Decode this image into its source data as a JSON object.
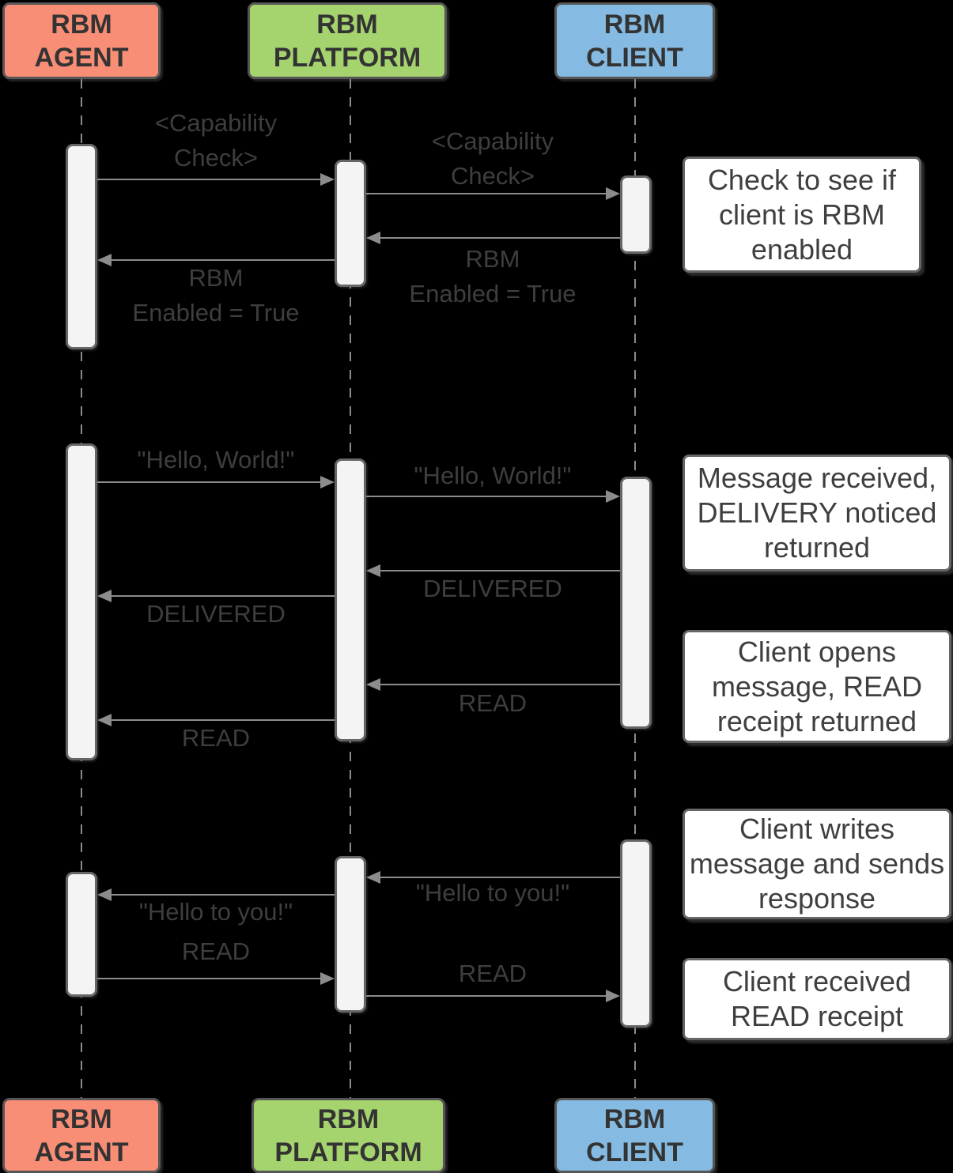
{
  "actors": {
    "agent": {
      "label": "RBM\nAGENT",
      "color": "#F98E76"
    },
    "platform": {
      "label": "RBM\nPLATFORM",
      "color": "#A5D36E"
    },
    "client": {
      "label": "RBM\nCLIENT",
      "color": "#85BBE2"
    }
  },
  "messages": [
    {
      "from": "agent",
      "to": "platform",
      "label": "<Capability\nCheck>"
    },
    {
      "from": "platform",
      "to": "client",
      "label": "<Capability\nCheck>"
    },
    {
      "from": "client",
      "to": "platform",
      "label": "RBM\nEnabled = True"
    },
    {
      "from": "platform",
      "to": "agent",
      "label": "RBM\nEnabled = True"
    },
    {
      "from": "agent",
      "to": "platform",
      "label": "\"Hello, World!\""
    },
    {
      "from": "platform",
      "to": "client",
      "label": "\"Hello, World!\""
    },
    {
      "from": "client",
      "to": "platform",
      "label": "DELIVERED"
    },
    {
      "from": "platform",
      "to": "agent",
      "label": "DELIVERED"
    },
    {
      "from": "client",
      "to": "platform",
      "label": "READ"
    },
    {
      "from": "platform",
      "to": "agent",
      "label": "READ"
    },
    {
      "from": "client",
      "to": "platform",
      "label": "\"Hello to you!\""
    },
    {
      "from": "platform",
      "to": "agent",
      "label": "\"Hello to you!\""
    },
    {
      "from": "agent",
      "to": "platform",
      "label": "READ"
    },
    {
      "from": "platform",
      "to": "client",
      "label": "READ"
    }
  ],
  "notes": [
    {
      "text": "Check to see if\nclient is RBM\nenabled"
    },
    {
      "text": "Message received,\nDELIVERY noticed\nreturned"
    },
    {
      "text": "Client opens\nmessage, READ\nreceipt returned"
    },
    {
      "text": "Client writes\nmessage and sends\nresponse"
    },
    {
      "text": "Client received\nREAD receipt"
    }
  ],
  "colors": {
    "background": "#000000",
    "arrow": "#8C8C8C",
    "activation_fill": "#F4F4F4",
    "border_gray": "#666666",
    "label_text": "#3E3E3E",
    "note_fill": "#FFFFFF"
  }
}
